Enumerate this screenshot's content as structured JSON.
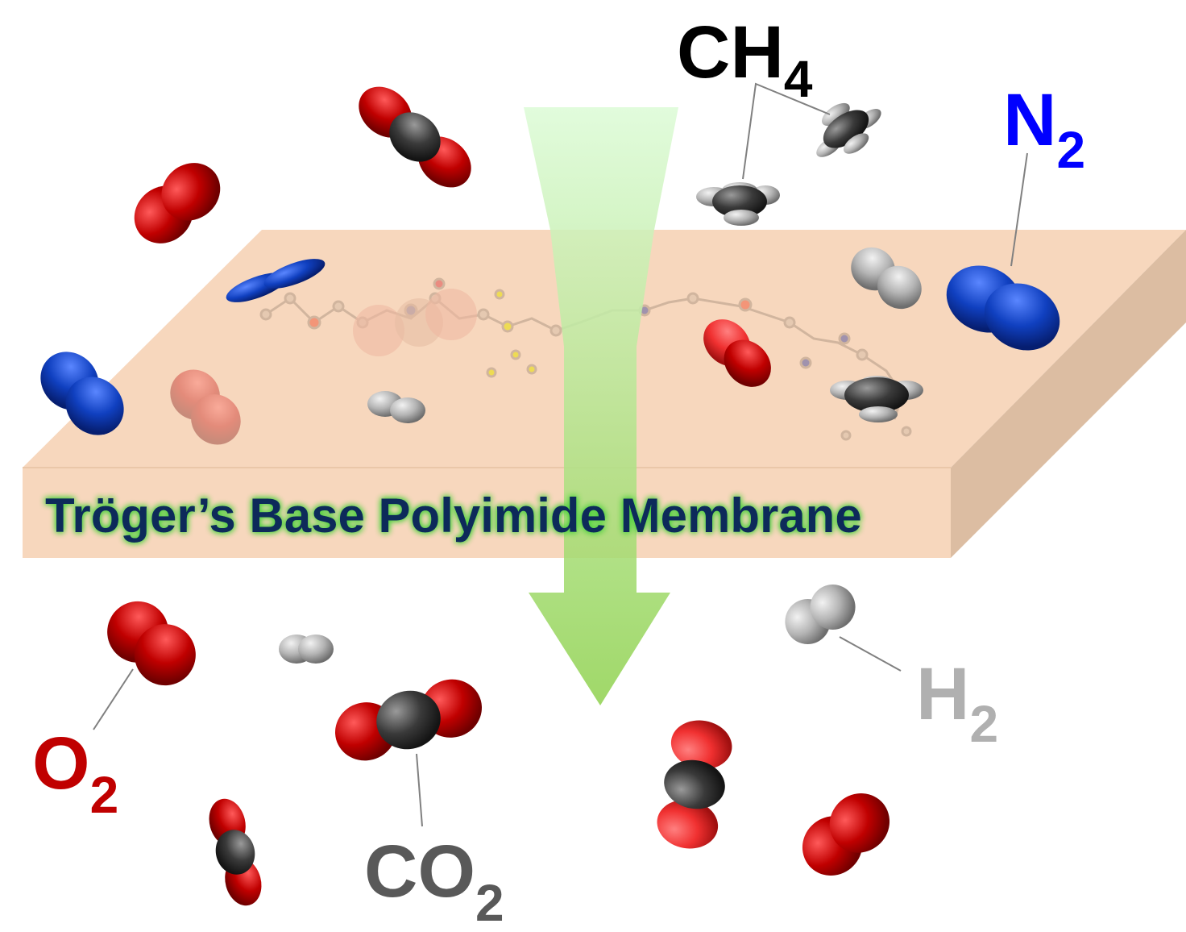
{
  "membrane": {
    "title": "Tröger’s Base Polyimide Membrane",
    "top_color": "#f7d7bd",
    "front_color": "#f7d7bd",
    "side_color": "#dcbda2",
    "text_color": "#0b2a5a",
    "text_glow": "#4cd13c"
  },
  "arrow": {
    "color_top": "#dcfbd6",
    "color_bottom": "#8fd14e"
  },
  "labels": {
    "ch4": {
      "base": "CH",
      "sub": "4",
      "color": "#000000"
    },
    "n2": {
      "base": "N",
      "sub": "2",
      "color": "#0000ff"
    },
    "o2": {
      "base": "O",
      "sub": "2",
      "color": "#c00000"
    },
    "co2": {
      "base": "CO",
      "sub": "2",
      "color": "#595959"
    },
    "h2": {
      "base": "H",
      "sub": "2",
      "color": "#b0b0b0"
    }
  },
  "molecule_colors": {
    "oxygen": "#c00000",
    "oxygen_light": "#ff4040",
    "carbon": "#3a3a3a",
    "nitrogen": "#1040c0",
    "hydrogen": "#a8a8a8"
  },
  "icons": [
    "o2-molecule-icon",
    "co2-molecule-icon",
    "n2-molecule-icon",
    "h2-molecule-icon",
    "ch4-molecule-icon",
    "polymer-structure-icon",
    "permeation-arrow-icon"
  ]
}
